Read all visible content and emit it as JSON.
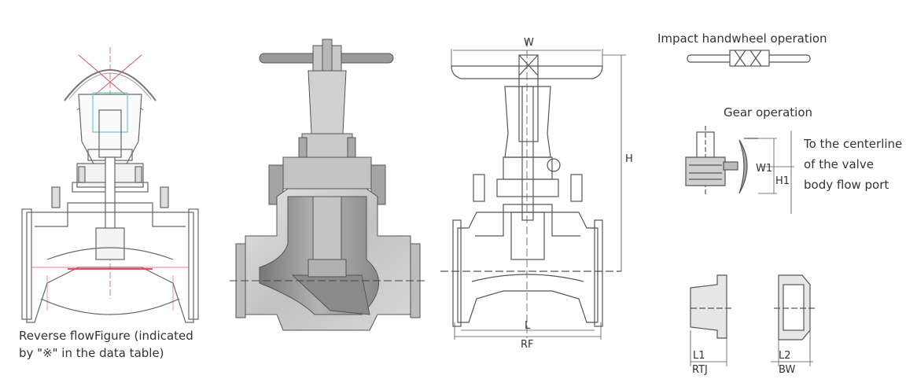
{
  "fig1": {
    "caption_line1": "Reverse flowFigure (indicated",
    "caption_line2": "by \"※\" in the data table)"
  },
  "fig3": {
    "dim_w": "W",
    "dim_h": "H",
    "dim_l": "L",
    "dim_rf": "RF"
  },
  "impact": {
    "title": "Impact handwheel operation"
  },
  "gear": {
    "title": "Gear operation",
    "dim_w1": "W1",
    "dim_h1": "H1",
    "note_line1": "To the centerline",
    "note_line2": "of the valve",
    "note_line3": "body flow port"
  },
  "ends": {
    "rtj_dim": "L1",
    "rtj_label": "RTJ",
    "bw_dim": "L2",
    "bw_label": "BW"
  },
  "colors": {
    "line": "#555555",
    "body_fill": "#cfcfcf",
    "dark_fill": "#9a9a9a",
    "red": "#e05060",
    "cyan": "#6cc9d0"
  }
}
